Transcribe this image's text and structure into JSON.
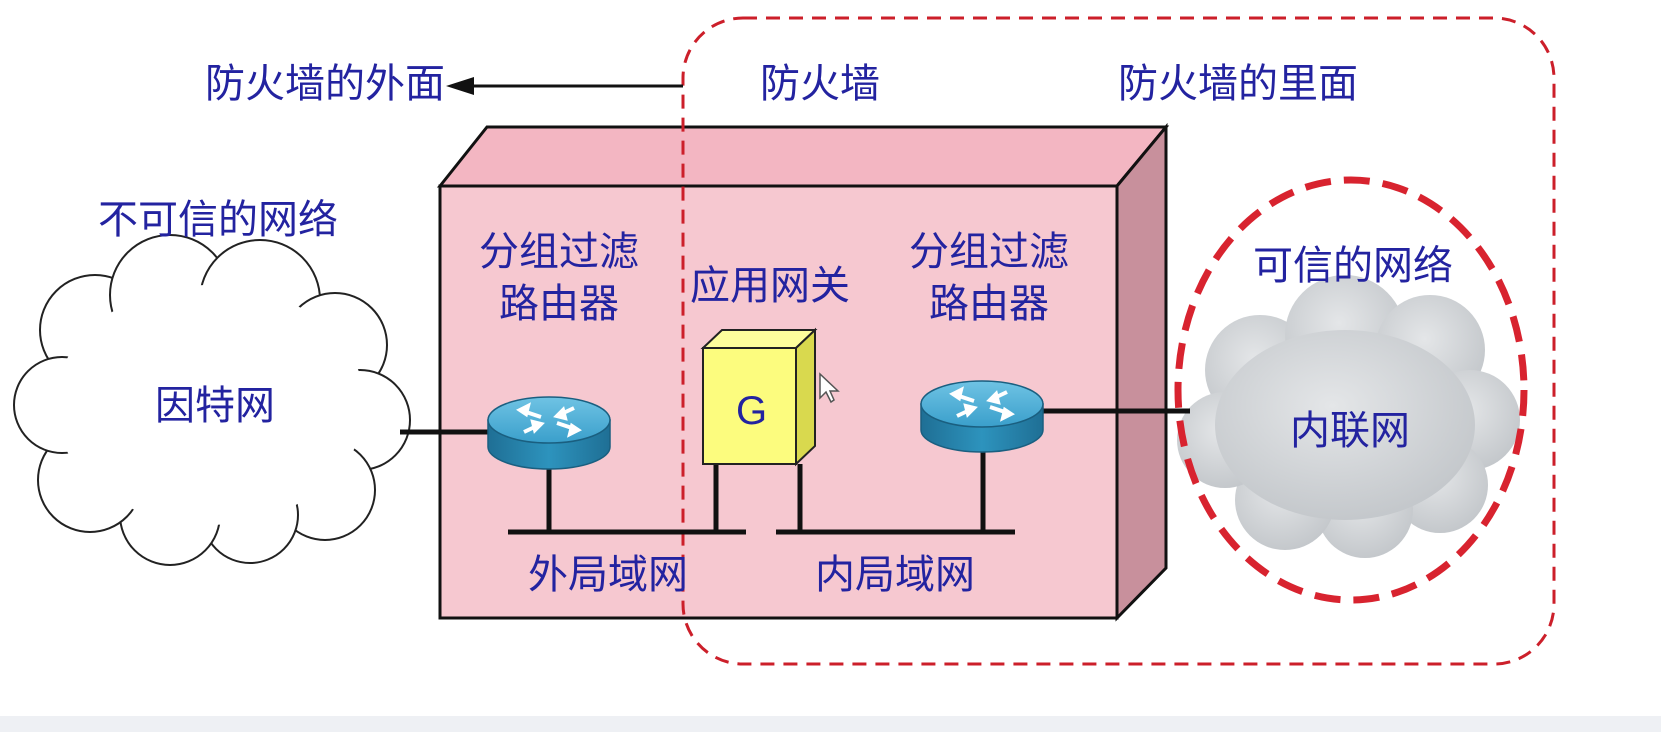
{
  "labels": {
    "outside": "防火墙的外面",
    "firewall": "防火墙",
    "inside": "防火墙的里面",
    "untrusted_network": "不可信的网络",
    "trusted_network": "可信的网络",
    "packet_filter_router_left": [
      "分组过滤",
      "路由器"
    ],
    "application_gateway": "应用网关",
    "packet_filter_router_right": [
      "分组过滤",
      "路由器"
    ],
    "internet": "因特网",
    "intranet": "内联网",
    "gateway_letter": "G",
    "external_lan": "外局域网",
    "internal_lan": "内局域网"
  },
  "colors": {
    "label_text": "#2323a0",
    "firewall_box": "#f6c8d0",
    "firewall_box_top": "#f3b6c2",
    "firewall_box_side": "#c8909c",
    "dashed_border": "#cc1f2a",
    "gateway_box": "#fcfc7e",
    "router_body": "#2d93bd",
    "intranet_cloud": "#d3d6d9",
    "internet_cloud": "#ffffff"
  }
}
